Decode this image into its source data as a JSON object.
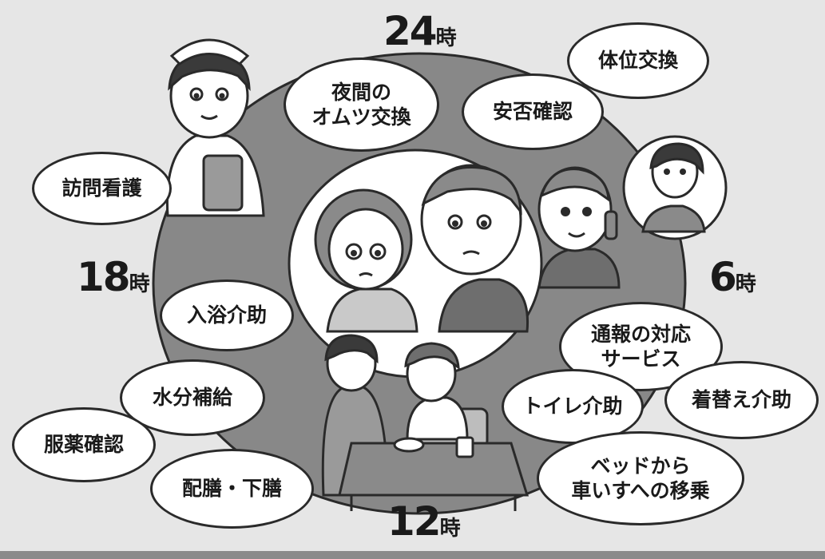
{
  "colors": {
    "background": "#e6e6e6",
    "ring": "#888888",
    "bubble_fill": "#ffffff",
    "outline": "#2a2a2a",
    "text": "#1a1a1a"
  },
  "clock": {
    "hour_24": {
      "num": "24",
      "unit": "時"
    },
    "hour_6": {
      "num": "6",
      "unit": "時"
    },
    "hour_12": {
      "num": "12",
      "unit": "時"
    },
    "hour_18": {
      "num": "18",
      "unit": "時"
    }
  },
  "tasks": {
    "night_diaper": "夜間の\nオムツ交換",
    "safety_check": "安否確認",
    "repositioning": "体位交換",
    "home_nursing": "訪問看護",
    "emergency_call": "通報の対応\nサービス",
    "toilet_assist": "トイレ介助",
    "changing_assist": "着替え介助",
    "bed_to_wheelchair": "ベッドから\n車いすへの移乗",
    "bathing_assist": "入浴介助",
    "hydration": "水分補給",
    "medication_check": "服薬確認",
    "meal_serving": "配膳・下膳"
  },
  "icons": [
    "nurse-icon",
    "elderly-couple-icon",
    "elderly-man-phone-icon",
    "caregiver-operator-icon",
    "caregiver-feeding-icon"
  ]
}
